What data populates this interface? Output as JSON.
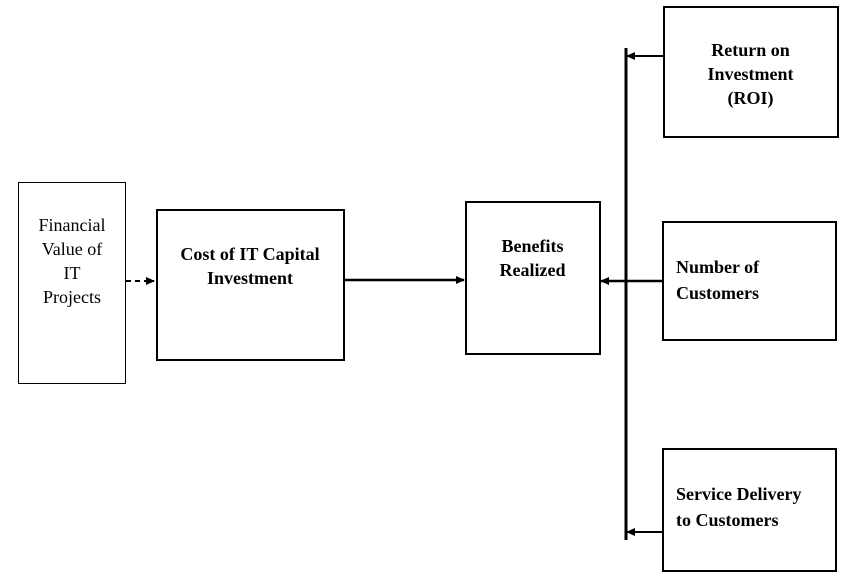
{
  "nodes": {
    "financial": {
      "lines": [
        "Financial",
        "Value of",
        "IT",
        "Projects"
      ]
    },
    "cost": {
      "lines": [
        "Cost of IT Capital",
        "Investment"
      ]
    },
    "benefits": {
      "lines": [
        "Benefits",
        "Realized"
      ]
    },
    "roi": {
      "lines": [
        "Return on",
        "Investment",
        "(ROI)"
      ]
    },
    "customers": {
      "lines": [
        "Number of",
        "Customers"
      ]
    },
    "service": {
      "lines": [
        "Service Delivery",
        "to Customers"
      ]
    }
  },
  "edges": [
    {
      "from": "financial",
      "to": "cost",
      "style": "dashed"
    },
    {
      "from": "cost",
      "to": "benefits",
      "style": "solid"
    },
    {
      "from": "customers",
      "to": "benefits",
      "style": "solid"
    },
    {
      "from": "roi",
      "to": "collector-bar",
      "style": "solid"
    },
    {
      "from": "service",
      "to": "collector-bar",
      "style": "solid"
    }
  ]
}
